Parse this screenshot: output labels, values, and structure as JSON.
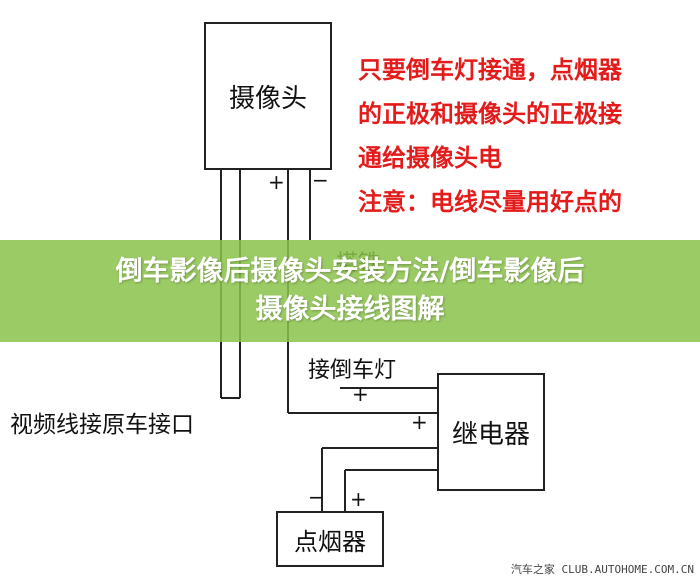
{
  "diagram": {
    "camera_label": "摄像头",
    "relay_label": "继电器",
    "lighter_label": "点烟器",
    "reverse_light_label": "接倒车灯",
    "video_line_label": "视频线接原车接口",
    "ground_label_partial": "搭铁",
    "camera_plus": "+",
    "camera_minus": "−",
    "reverse_plus": "+",
    "relay_plus": "+",
    "lighter_minus": "−",
    "lighter_plus": "+"
  },
  "note": {
    "lines": [
      "只要倒车灯接通，点烟器",
      "的正极和摄像头的正极接",
      "通给摄像头电",
      "注意：电线尽量用好点的"
    ],
    "color": "#e41b1b"
  },
  "banner": {
    "line1": "倒车影像后摄像头安装方法/倒车影像后",
    "line2": "摄像头接线图解",
    "color": "#8bc34a"
  },
  "watermark": "汽车之家 CLUB.AUTOHOME.COM.CN"
}
